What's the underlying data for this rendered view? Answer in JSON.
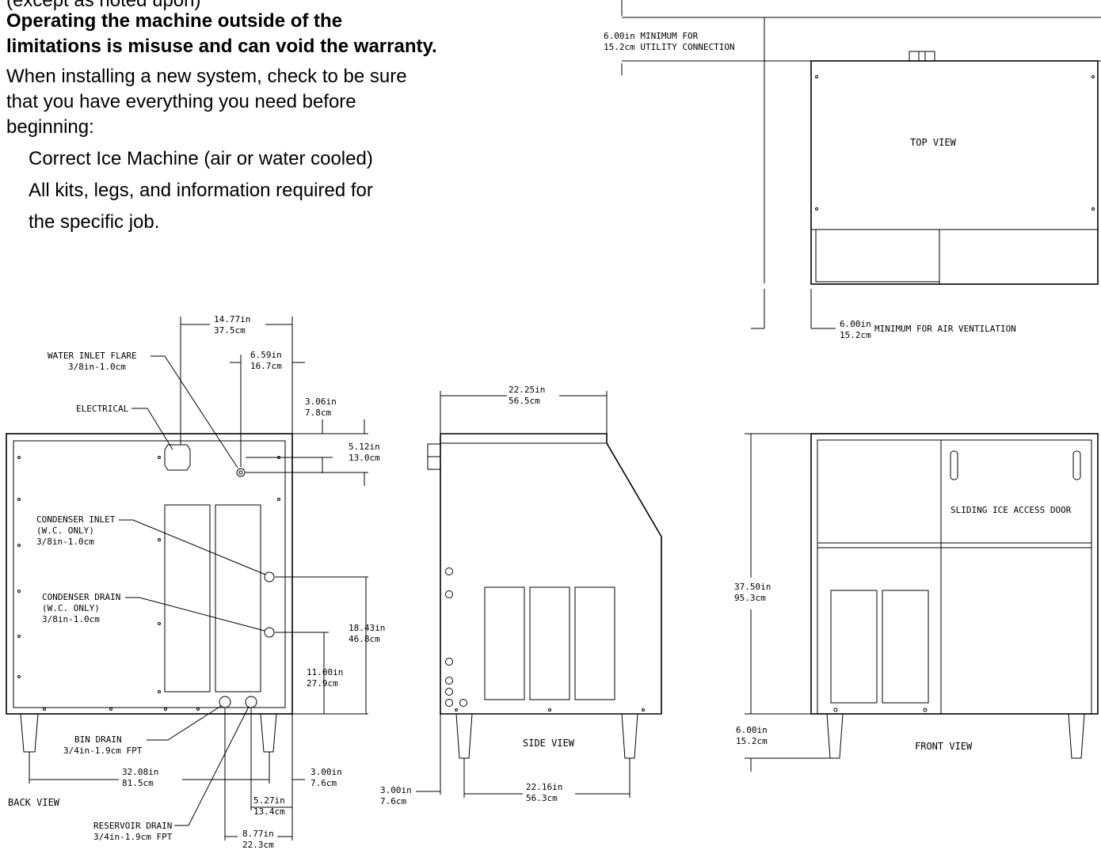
{
  "text": {
    "partial_line": "(except as noted upon)",
    "bold_1": "Operating the machine outside of the",
    "bold_2": "limitations is misuse and can void the warranty.",
    "para_1": "When installing a new system, check to be sure",
    "para_2": "that you have everything you need before",
    "para_3": "beginning:",
    "list_1": "Correct Ice Machine (air or water cooled)",
    "list_2": "All kits, legs, and information required for",
    "list_3": "the specific job."
  },
  "top_view": {
    "title": "TOP VIEW",
    "clearance_top_in": "6.00in MINIMUM FOR",
    "clearance_top_cm": "15.2cm UTILITY CONNECTION",
    "clearance_side_in": "6.00in",
    "clearance_side_cm": "15.2cm",
    "clearance_side_note": "MINIMUM FOR AIR VENTILATION"
  },
  "back_view": {
    "title": "BACK VIEW",
    "dim_1477_in": "14.77in",
    "dim_1477_cm": "37.5cm",
    "dim_659_in": "6.59in",
    "dim_659_cm": "16.7cm",
    "dim_306_in": "3.06in",
    "dim_306_cm": "7.8cm",
    "dim_512_in": "5.12in",
    "dim_512_cm": "13.0cm",
    "dim_1843_in": "18.43in",
    "dim_1843_cm": "46.8cm",
    "dim_1100_in": "11.00in",
    "dim_1100_cm": "27.9cm",
    "dim_3208_in": "32.08in",
    "dim_3208_cm": "81.5cm",
    "dim_300_in": "3.00in",
    "dim_300_cm": "7.6cm",
    "dim_527_in": "5.27in",
    "dim_527_cm": "13.4cm",
    "dim_877_in": "8.77in",
    "dim_877_cm": "22.3cm",
    "water_inlet_1": "WATER INLET FLARE",
    "water_inlet_2": "3/8in-1.0cm",
    "electrical": "ELECTRICAL",
    "cond_inlet_1": "CONDENSER INLET",
    "cond_inlet_2": "(W.C. ONLY)",
    "cond_inlet_3": "3/8in-1.0cm",
    "cond_drain_1": "CONDENSER DRAIN",
    "cond_drain_2": "(W.C. ONLY)",
    "cond_drain_3": "3/8in-1.0cm",
    "bin_drain_1": "BIN DRAIN",
    "bin_drain_2": "3/4in-1.9cm FPT",
    "res_drain_1": "RESERVOIR DRAIN",
    "res_drain_2": "3/4in-1.9cm FPT"
  },
  "side_view": {
    "title": "SIDE VIEW",
    "dim_2225_in": "22.25in",
    "dim_2225_cm": "56.5cm",
    "dim_2216_in": "22.16in",
    "dim_2216_cm": "56.3cm",
    "dim_300_in": "3.00in",
    "dim_300_cm": "7.6cm"
  },
  "front_view": {
    "title": "FRONT VIEW",
    "door_label": "SLIDING ICE ACCESS DOOR",
    "dim_3750_in": "37.50in",
    "dim_3750_cm": "95.3cm",
    "dim_600_in": "6.00in",
    "dim_600_cm": "15.2cm"
  }
}
